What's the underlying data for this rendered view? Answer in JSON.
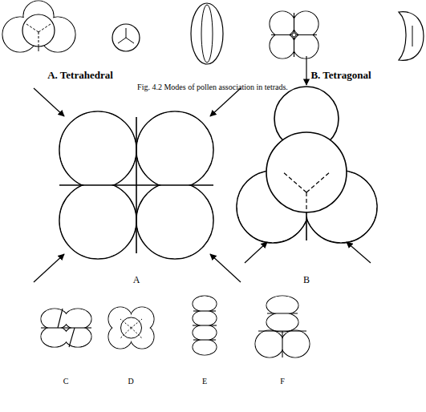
{
  "diagram": {
    "caption": "Fig. 4.2 Modes of pollen association in tetrads.",
    "labels": [
      "A. Tetrahedral",
      "B. Tetragonal",
      "A",
      "B",
      "C",
      "D",
      "E",
      "F"
    ]
  }
}
